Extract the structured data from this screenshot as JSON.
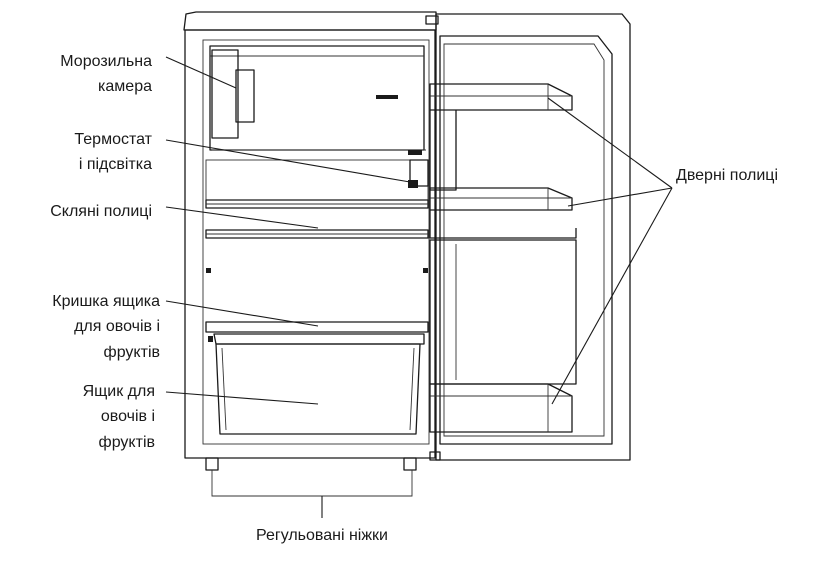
{
  "labels": {
    "freezer_line1": "Морозильна",
    "freezer_line2": "камера",
    "thermostat_line1": "Термостат",
    "thermostat_line2": "і підсвітка",
    "glass_shelves": "Скляні полиці",
    "crisper_cover_line1": "Кришка ящика",
    "crisper_cover_line2": "для овочів і",
    "crisper_cover_line3": "фруктів",
    "crisper_line1": "Ящик для",
    "crisper_line2": "овочів і",
    "crisper_line3": "фруктів",
    "door_shelves": "Дверні полиці",
    "adjustable_feet": "Регульовані ніжки"
  },
  "colors": {
    "line": "#1a1a1a",
    "background": "#ffffff"
  }
}
